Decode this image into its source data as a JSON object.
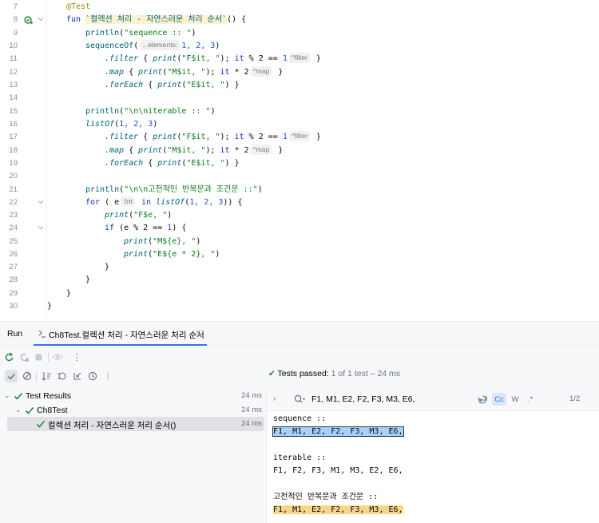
{
  "editor": {
    "line_numbers": [
      "7",
      "8",
      "9",
      "10",
      "11",
      "12",
      "13",
      "14",
      "15",
      "16",
      "17",
      "18",
      "19",
      "20",
      "21",
      "22",
      "23",
      "24",
      "25",
      "26",
      "27",
      "28",
      "29",
      "30"
    ],
    "annotation": "@Test",
    "fun_kw": "fun",
    "test_name": "`컬렉션 처리 - 자연스러운 처리 순서`",
    "fun_tail": "() {",
    "println": "println",
    "str_sequence": "\"sequence :: \"",
    "sequenceOf": "sequenceOf",
    "hint_elements": "...elements:",
    "args_123": "1, 2, 3",
    "filter": ".filter",
    "map": ".map",
    "forEach": ".forEach",
    "print": "print",
    "str_F": "\"F$it, \"",
    "str_M": "\"M$it, \"",
    "str_E": "\"E$it, \"",
    "it_kw": "it",
    "mod2": "% 2 ==",
    "times2": "* 2",
    "one": "1",
    "two": "2",
    "hint_filter": "^filter",
    "hint_map": "^map",
    "str_iterable": "\"\\n\\niterable :: \"",
    "listOf": "listOf",
    "str_classic": "\"\\n\\n고전적인 반복문과 조건문 ::\"",
    "for_kw": "for",
    "in_kw": "in",
    "hint_int": ":Int",
    "if_kw": "if",
    "str_Fe": "\"F$e, \"",
    "str_Me": "\"M${e}, \"",
    "str_Ee": "\"E${e * 2}, \""
  },
  "run_panel": {
    "title": "Run",
    "tab_label": "Ch8Test.컬렉션 처리 - 자연스러운 처리 순서",
    "status_passed": "Tests passed:",
    "status_count": "1 of 1 test – 24 ms",
    "tree": [
      {
        "label": "Test Results",
        "time": "24 ms"
      },
      {
        "label": "Ch8Test",
        "time": "24 ms"
      },
      {
        "label": "컬렉션 처리 - 자연스러운 처리 순서()",
        "time": "24 ms"
      }
    ],
    "search": {
      "value": "F1, M1, E2, F2, F3, M3, E6,",
      "match_case_label": "Cc",
      "words_label": "W",
      "regex_label": ".*",
      "match_count": "1/2"
    },
    "output": [
      "sequence ::",
      "F1, M1, E2, F2, F3, M3, E6,",
      "",
      "iterable ::",
      "F1, F2, F3, M1, M3, E2, E6,",
      "",
      "고전적인 반복문과 조건문 ::",
      "F1, M1, E2, F2, F3, M3, E6,"
    ]
  },
  "colors": {
    "keyword": "#0033b3",
    "string": "#067d17",
    "number": "#1750eb",
    "function": "#00627a",
    "annotation": "#9e880d",
    "pass_green": "#208a3c",
    "accent_blue": "#3574f0",
    "match_selected": "#a6d2ff",
    "match_other": "#f9d589"
  }
}
